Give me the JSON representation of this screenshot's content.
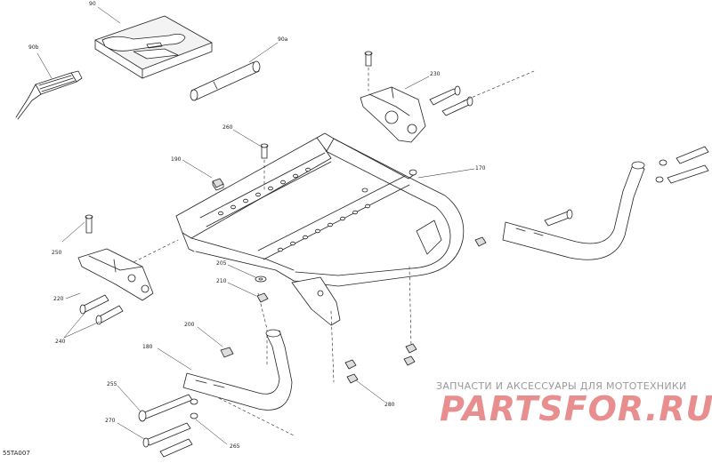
{
  "diagram": {
    "callouts": [
      {
        "id": "c90",
        "text": "90"
      },
      {
        "id": "c90b",
        "text": "90b"
      },
      {
        "id": "c90a",
        "text": "90a"
      },
      {
        "id": "c230",
        "text": "230"
      },
      {
        "id": "c260",
        "text": "260"
      },
      {
        "id": "c190",
        "text": "190"
      },
      {
        "id": "c170",
        "text": "170"
      },
      {
        "id": "c250",
        "text": "250"
      },
      {
        "id": "c205",
        "text": "205"
      },
      {
        "id": "c210",
        "text": "210"
      },
      {
        "id": "c220",
        "text": "220"
      },
      {
        "id": "c240",
        "text": "240"
      },
      {
        "id": "c200",
        "text": "200"
      },
      {
        "id": "c180",
        "text": "180"
      },
      {
        "id": "c255",
        "text": "255"
      },
      {
        "id": "c270",
        "text": "270"
      },
      {
        "id": "c265",
        "text": "265"
      },
      {
        "id": "c280",
        "text": "280"
      }
    ],
    "figure_code": "55TA007"
  },
  "watermark": {
    "subtitle": "ЗАПЧАСТИ И АКСЕССУАРЫ ДЛЯ МОТОТЕХНИКИ",
    "logo": "PARTSFOR.RU",
    "color": "#e47b7b"
  }
}
